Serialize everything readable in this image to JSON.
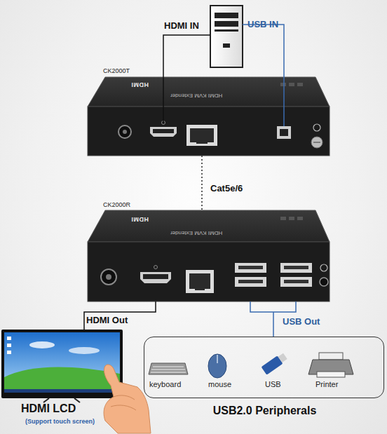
{
  "diagram": {
    "nodes": [
      {
        "text": [
          "CK2000T",
          "HDMI",
          "HDMI KVM Extender"
        ]
      },
      {
        "text": [
          "CK2000R",
          "HDMI",
          "HDMI KVM Extender"
        ]
      },
      {
        "text": [
          "HDMI LCD",
          "(Support touch screen)"
        ]
      },
      {
        "text": [
          "USB2.0 Peripherals"
        ]
      }
    ],
    "edges": [
      {
        "from": 0,
        "to": 1,
        "label": "Cat5e/6",
        "arrow": "none"
      },
      {
        "from": 1,
        "to": 2,
        "label": "HDMI Out",
        "arrow": "none"
      },
      {
        "from": 1,
        "to": 3,
        "label": "USB Out",
        "arrow": "none"
      }
    ],
    "labels": [
      "HDMI IN",
      "USB IN",
      "keyboard",
      "mouse",
      "USB",
      "Printer"
    ]
  }
}
